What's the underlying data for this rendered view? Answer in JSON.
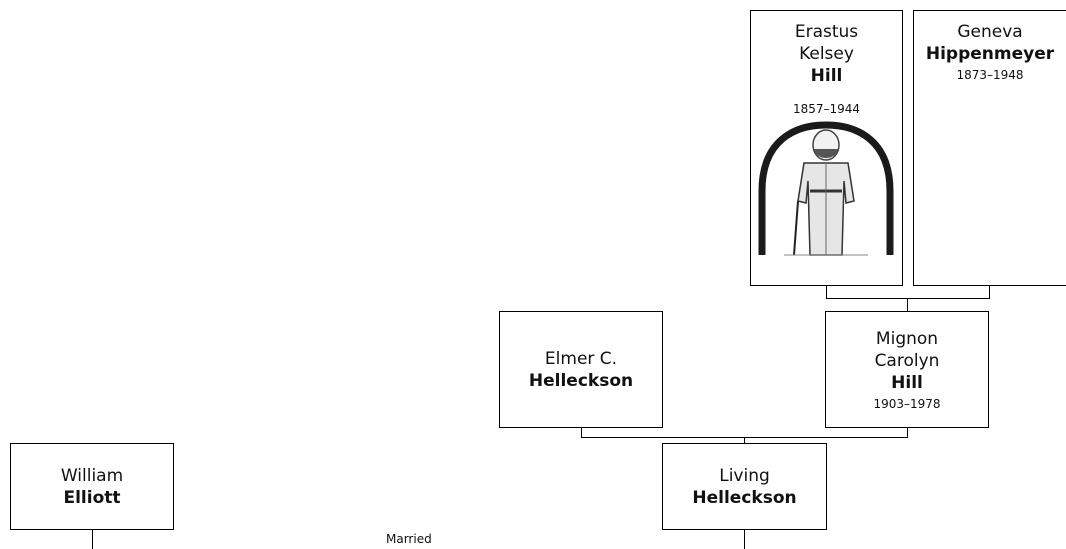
{
  "people": {
    "erastus": {
      "given_line1": "Erastus",
      "given_line2": "Kelsey",
      "surname": "Hill",
      "dates": "1857–1944"
    },
    "geneva": {
      "given": "Geneva",
      "surname": "Hippenmeyer",
      "dates": "1873–1948"
    },
    "elmer": {
      "given": "Elmer C.",
      "surname": "Helleckson"
    },
    "mignon": {
      "given_line1": "Mignon",
      "given_line2": "Carolyn",
      "surname": "Hill",
      "dates": "1903–1978"
    },
    "william": {
      "given": "William",
      "surname": "Elliott"
    },
    "living": {
      "given": "Living",
      "surname": "Helleckson"
    }
  },
  "relationship_label": "Married",
  "photo_icon": "portrait-sketch"
}
